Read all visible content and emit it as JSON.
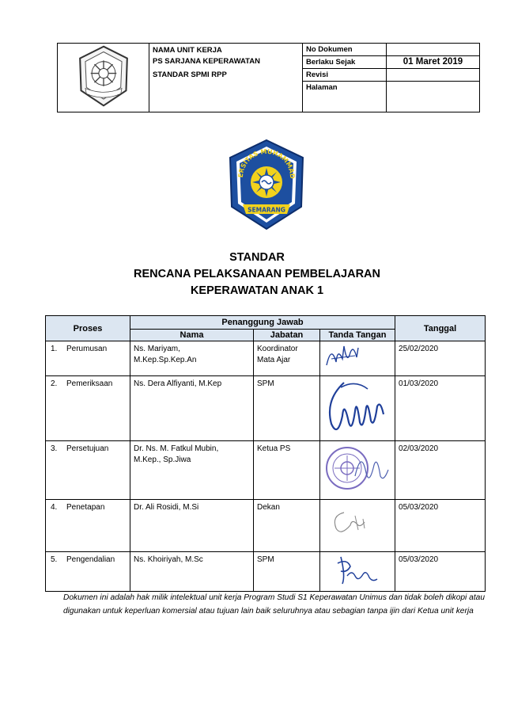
{
  "header": {
    "unit_label": "NAMA UNIT KERJA",
    "unit_name": "PS SARJANA KEPERAWATAN",
    "standard_name": "STANDAR SPMI RPP",
    "doc_number_label": "No Dokumen",
    "effective_label": "Berlaku Sejak",
    "effective_value": "01 Maret 2019",
    "revision_label": "Revisi",
    "page_label": "Halaman"
  },
  "logo": {
    "top_text": "UNIVERSITAS MUHAMMADIYAH",
    "bottom_text": "SEMARANG"
  },
  "title": {
    "line1": "STANDAR",
    "line2": "RENCANA PELAKSANAAN PEMBELAJARAN",
    "line3": "KEPERAWATAN ANAK 1"
  },
  "table": {
    "headers": {
      "proses": "Proses",
      "penanggung": "Penanggung Jawab",
      "nama": "Nama",
      "jabatan": "Jabatan",
      "tanda": "Tanda Tangan",
      "tanggal": "Tanggal"
    },
    "rows": [
      {
        "no": "1.",
        "proses": "Perumusan",
        "nama": "Ns. Mariyam,",
        "nama2": "M.Kep.Sp.Kep.An",
        "jabatan": "Koordinator",
        "jabatan2": "Mata Ajar",
        "tanggal": "25/02/2020"
      },
      {
        "no": "2.",
        "proses": "Pemeriksaan",
        "nama": "Ns. Dera Alfiyanti, M.Kep",
        "nama2": "",
        "jabatan": "SPM",
        "jabatan2": "",
        "tanggal": "01/03/2020"
      },
      {
        "no": "3.",
        "proses": "Persetujuan",
        "nama": "Dr. Ns. M. Fatkul Mubin,",
        "nama2": "M.Kep., Sp.Jiwa",
        "jabatan": "Ketua PS",
        "jabatan2": "",
        "tanggal": "02/03/2020"
      },
      {
        "no": "4.",
        "proses": "Penetapan",
        "nama": "Dr. Ali Rosidi, M.Si",
        "nama2": "",
        "jabatan": "Dekan",
        "jabatan2": "",
        "tanggal": "05/03/2020"
      },
      {
        "no": "5.",
        "proses": "Pengendalian",
        "nama": "Ns. Khoiriyah, M.Sc",
        "nama2": "",
        "jabatan": "SPM",
        "jabatan2": "",
        "tanggal": "05/03/2020"
      }
    ]
  },
  "note": "Dokumen ini adalah hak milik intelektual unit kerja Program Studi S1 Keperawatan Unimus dan tidak boleh dikopi atau digunakan untuk keperluan komersial atau tujuan lain baik seluruhnya atau sebagian tanpa ijin dari Ketua unit kerja",
  "colors": {
    "header_fill": "#dce6f1",
    "logo_blue": "#1d4fa0",
    "logo_yellow": "#f2d21c",
    "ink_blue": "#1f3f9a"
  }
}
